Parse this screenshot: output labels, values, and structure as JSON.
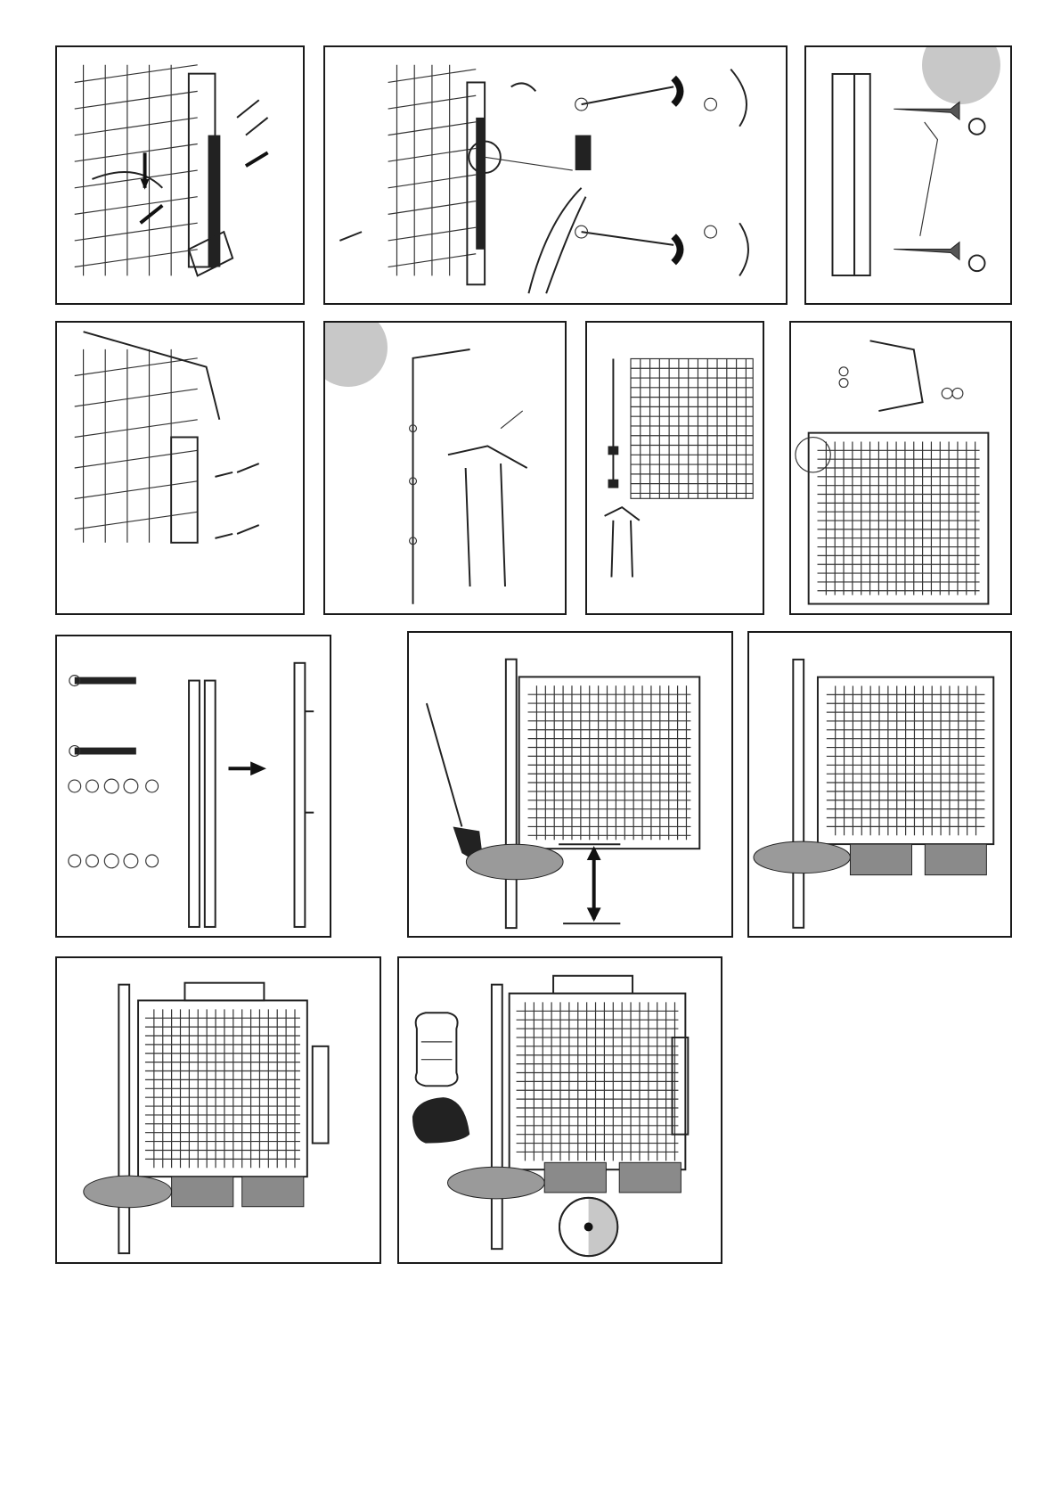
{
  "page": {
    "panels": [
      {
        "id": "p1",
        "illustration": "lock-and-handle-assembly"
      },
      {
        "id": "p2",
        "illustration": "pliers-bend-tabs"
      },
      {
        "id": "p3",
        "illustration": "countersunk-screws"
      },
      {
        "id": "p4",
        "illustration": "bolt-fastening"
      },
      {
        "id": "p5",
        "illustration": "bent-rod-and-bracket"
      },
      {
        "id": "p6",
        "illustration": "mesh-panel-with-rod"
      },
      {
        "id": "p7",
        "illustration": "gate-with-handle-and-keys"
      },
      {
        "id": "p8",
        "illustration": "hinge-parts-and-posts"
      },
      {
        "id": "p9",
        "illustration": "dig-hole-and-set-post"
      },
      {
        "id": "p10",
        "illustration": "gate-on-blocks"
      },
      {
        "id": "p11",
        "illustration": "spirit-level-check"
      },
      {
        "id": "p12",
        "illustration": "pour-concrete-and-water"
      }
    ],
    "colors": {
      "line": "#222222",
      "badge": "#c8c8c8",
      "block": "#8a8a8a",
      "concrete": "#9a9a9a"
    }
  }
}
